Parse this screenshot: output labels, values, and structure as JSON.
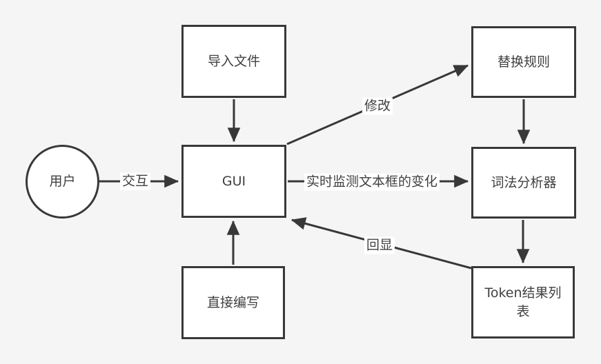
{
  "diagram": {
    "colors": {
      "background": "#f5f5f5",
      "node_fill": "#ffffff",
      "stroke": "#383838",
      "text": "#404040"
    },
    "nodes": {
      "user": {
        "label": "用户",
        "shape": "circle"
      },
      "import_file": {
        "label": "导入文件",
        "shape": "rect"
      },
      "gui": {
        "label": "GUI",
        "shape": "rect"
      },
      "direct_write": {
        "label": "直接编写",
        "shape": "rect"
      },
      "replace_rules": {
        "label": "替换规则",
        "shape": "rect"
      },
      "lexer": {
        "label": "词法分析器",
        "shape": "rect"
      },
      "token_list": {
        "label": "Token结果列表",
        "shape": "rect"
      }
    },
    "edges": {
      "interact": {
        "from": "user",
        "to": "gui",
        "label": "交互"
      },
      "import_to_gui": {
        "from": "import_file",
        "to": "gui",
        "label": ""
      },
      "write_to_gui": {
        "from": "direct_write",
        "to": "gui",
        "label": ""
      },
      "modify": {
        "from": "gui",
        "to": "replace_rules",
        "label": "修改"
      },
      "monitor": {
        "from": "gui",
        "to": "lexer",
        "label": "实时监测文本框的变化"
      },
      "rules_to_lexer": {
        "from": "replace_rules",
        "to": "lexer",
        "label": ""
      },
      "lexer_to_token": {
        "from": "lexer",
        "to": "token_list",
        "label": ""
      },
      "echo": {
        "from": "token_list",
        "to": "gui",
        "label": "回显"
      }
    }
  }
}
